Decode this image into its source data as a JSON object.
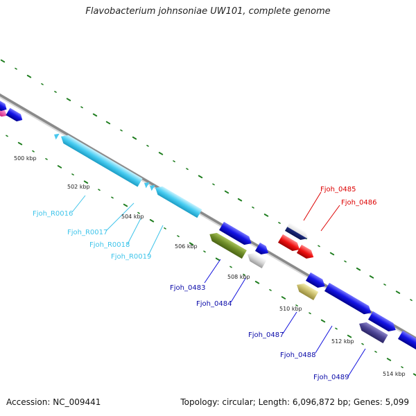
{
  "title": "Flavobacterium johnsoniae UW101, complete genome",
  "footer": {
    "accession": "Accession: NC_009441",
    "summary": "Topology: circular; Length: 6,096,872 bp; Genes: 5,099"
  },
  "scale_labels": [
    "500 kbp",
    "502 kbp",
    "504 kbp",
    "506 kbp",
    "508 kbp",
    "510 kbp",
    "512 kbp",
    "514 kbp"
  ],
  "feature_labels": {
    "rna": [
      "Fjoh_R0016",
      "Fjoh_R0017",
      "Fjoh_R0018",
      "Fjoh_R0019"
    ],
    "red": [
      "Fjoh_0485",
      "Fjoh_0486"
    ],
    "blue": [
      "Fjoh_0483",
      "Fjoh_0484",
      "Fjoh_0487",
      "Fjoh_0488",
      "Fjoh_0489"
    ]
  },
  "colors": {
    "rna": "#3ec4ea",
    "highlight_red": "#dd0000",
    "gene_blue": "#1010dd",
    "label_navy": "#0a0aa8",
    "backbone": "#8a8a8a",
    "gc_dots": "#1e7d1e"
  }
}
